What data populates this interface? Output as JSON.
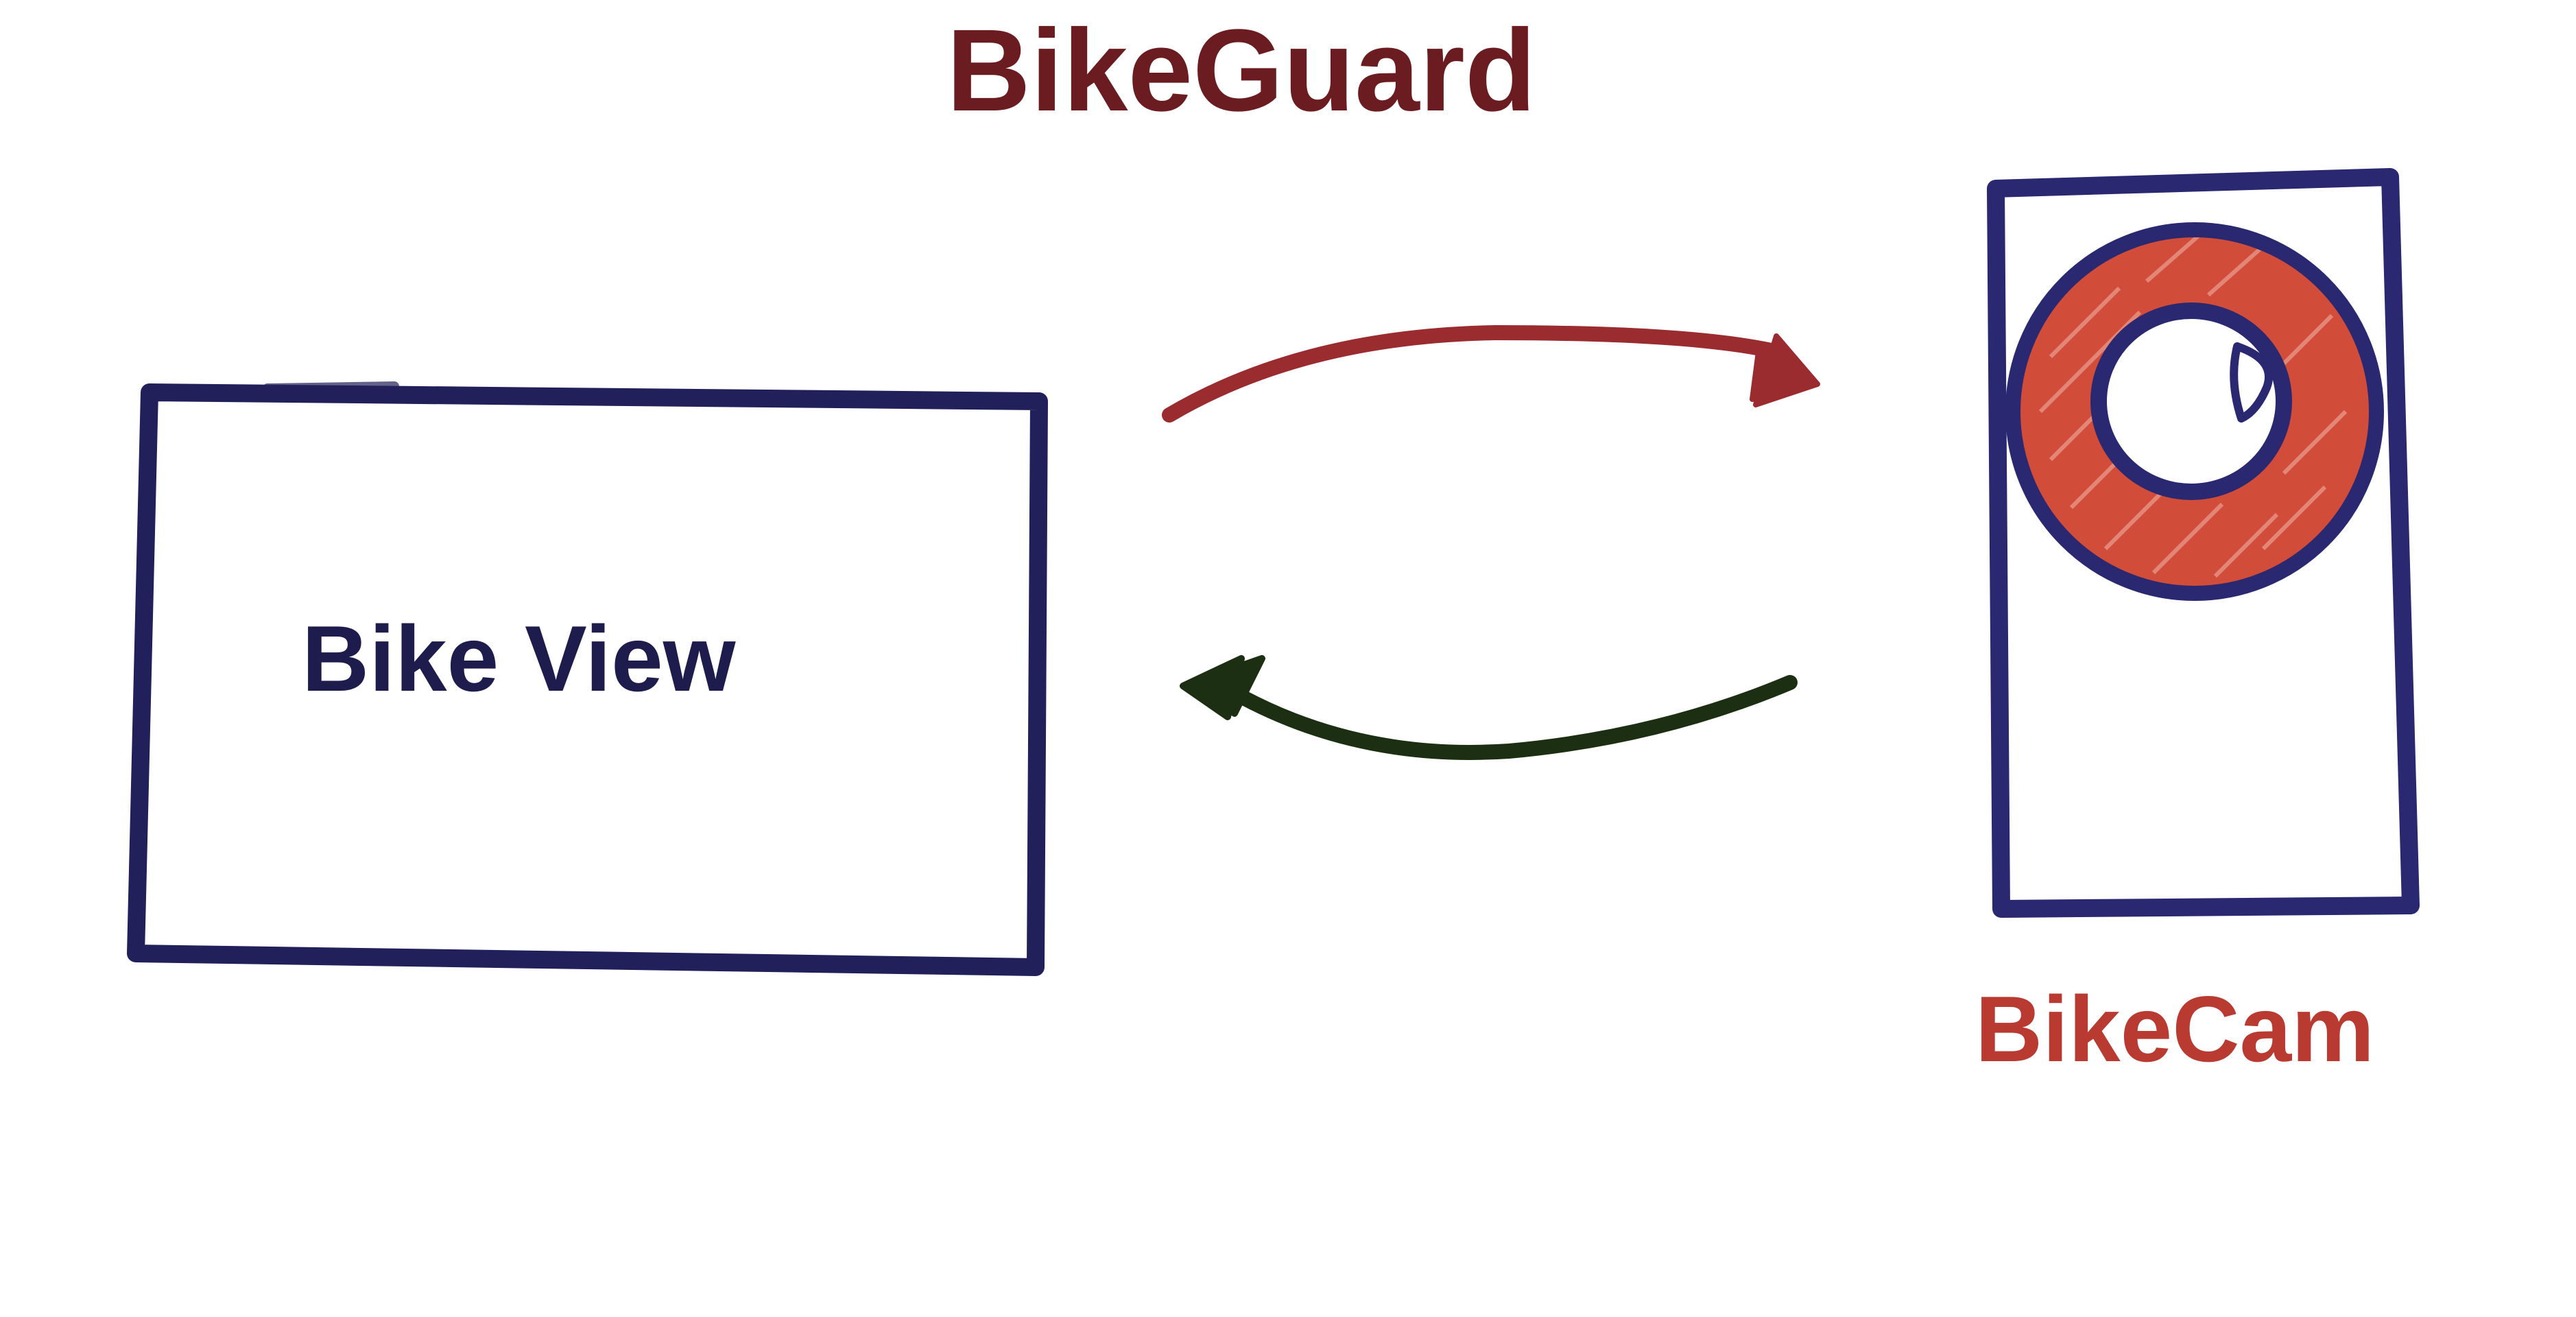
{
  "diagram": {
    "title": "BikeGuard",
    "nodes": [
      {
        "id": "bike-view",
        "label": "Bike View"
      },
      {
        "id": "bikecam",
        "label": "BikeCam"
      }
    ],
    "edges": [
      {
        "from": "bike-view",
        "to": "bikecam",
        "color": "#9a2b2e"
      },
      {
        "from": "bikecam",
        "to": "bike-view",
        "color": "#1c2f12"
      }
    ]
  },
  "colors": {
    "title": "#6b1c20",
    "box_stroke": "#22205a",
    "bike_view_text": "#1e1b4d",
    "bikecam_text": "#b83a30",
    "lens_ring_fill": "#d24c3a",
    "lens_stroke": "#2a2870"
  }
}
